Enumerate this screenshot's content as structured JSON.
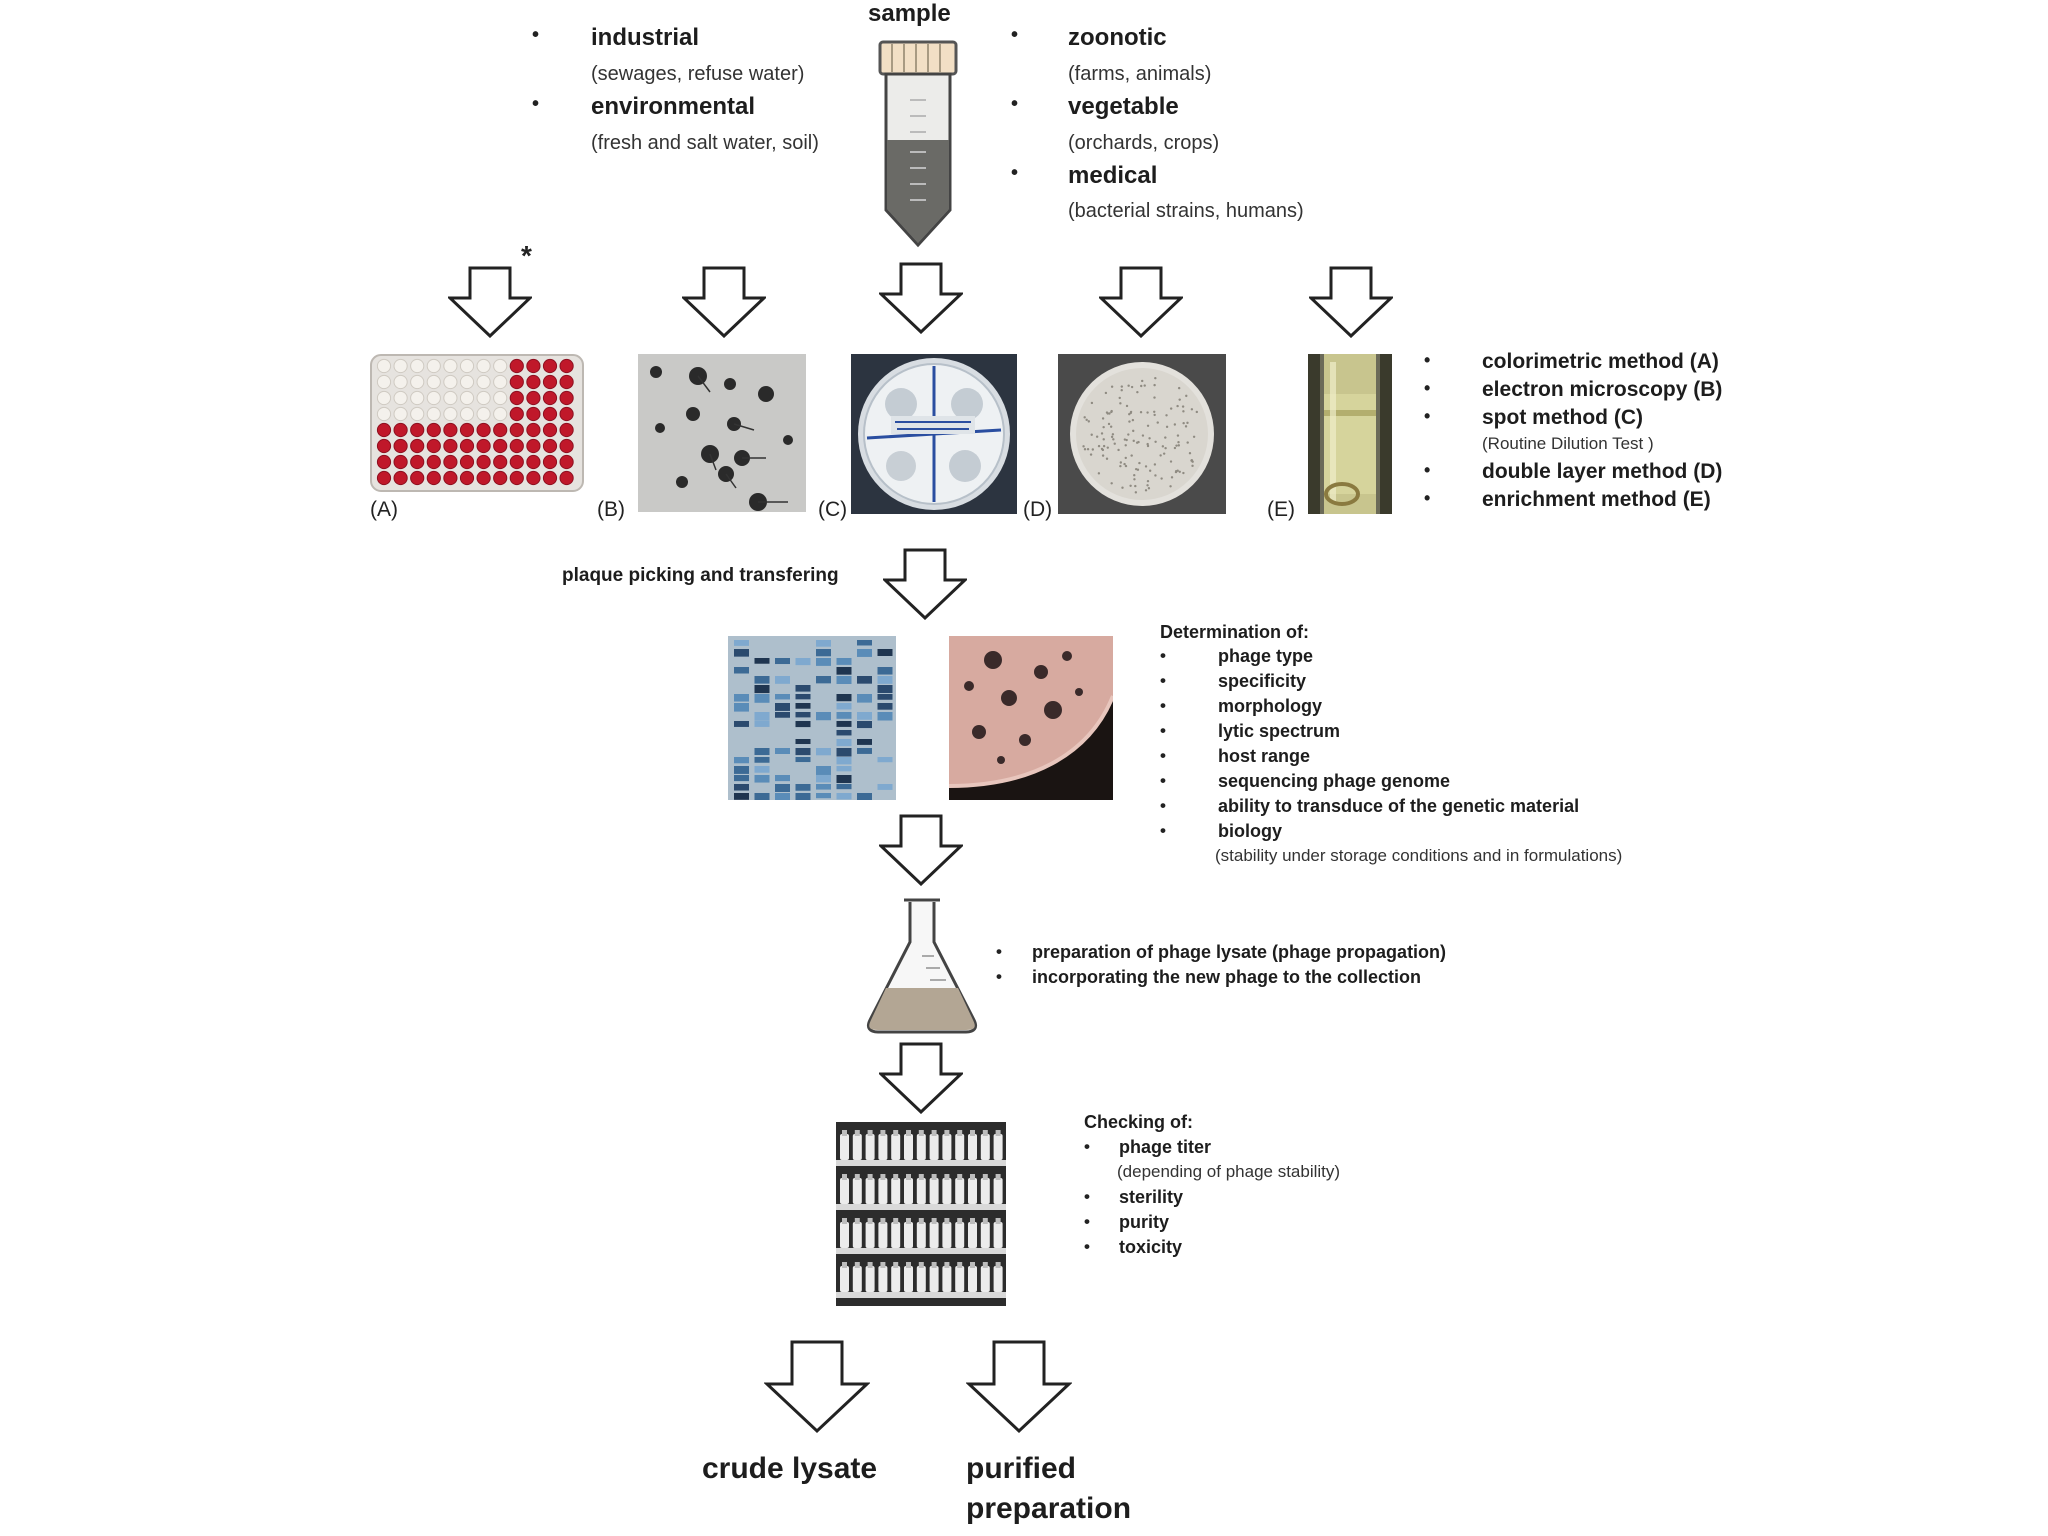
{
  "sample": {
    "title": "sample",
    "left_sources": [
      {
        "name": "industrial",
        "detail": "(sewages, refuse water)"
      },
      {
        "name": "environmental",
        "detail": "(fresh and salt water, soil)"
      }
    ],
    "right_sources": [
      {
        "name": "zoonotic",
        "detail": "(farms, animals)"
      },
      {
        "name": "vegetable",
        "detail": "(orchards, crops)"
      },
      {
        "name": "medical",
        "detail": "(bacterial strains, humans)"
      }
    ]
  },
  "asterisk": "*",
  "panels": [
    {
      "label": "(A)"
    },
    {
      "label": "(B)"
    },
    {
      "label": "(C)"
    },
    {
      "label": "(D)"
    },
    {
      "label": "(E)"
    }
  ],
  "methods": [
    {
      "text": "colorimetric method (A)"
    },
    {
      "text": "electron microscopy (B)"
    },
    {
      "text": "spot method (C)",
      "note": "(Routine Dilution Test )"
    },
    {
      "text": "double layer method (D)"
    },
    {
      "text": "enrichment method (E)"
    }
  ],
  "plaque_step": "plaque picking and transfering",
  "determination": {
    "title": "Determination of:",
    "items": [
      "phage type",
      "specificity",
      "morphology",
      "lytic spectrum",
      "host range",
      "sequencing phage genome",
      "ability to transduce of the genetic material",
      "biology"
    ],
    "biology_note": "(stability under storage conditions and in formulations)"
  },
  "lysate_steps": [
    "preparation of phage lysate (phage propagation)",
    "incorporating the new phage to the collection"
  ],
  "checking": {
    "title": "Checking of:",
    "items": [
      {
        "text": "phage titer",
        "note": "(depending of phage stability)"
      },
      {
        "text": "sterility"
      },
      {
        "text": "purity"
      },
      {
        "text": "toxicity"
      }
    ]
  },
  "outcomes": [
    "crude lysate",
    "purified",
    "preparation"
  ],
  "bullet": "•",
  "colors": {
    "outline": "#222222",
    "plate_red": "#c0182a",
    "tube_liquid": "#6a6a66"
  }
}
